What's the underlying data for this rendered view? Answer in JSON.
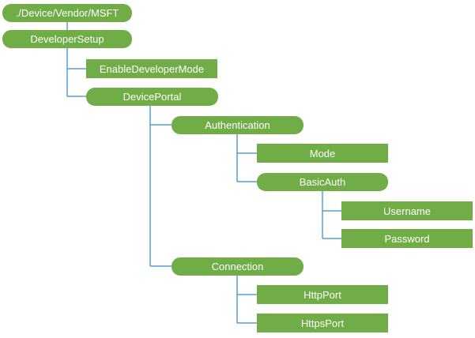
{
  "tree": {
    "root": {
      "label": "./Device/Vendor/MSFT",
      "kind": "interior"
    },
    "developer_setup": {
      "label": "DeveloperSetup",
      "kind": "interior"
    },
    "enable_developer_mode": {
      "label": "EnableDeveloperMode",
      "kind": "leaf"
    },
    "device_portal": {
      "label": "DevicePortal",
      "kind": "interior"
    },
    "authentication": {
      "label": "Authentication",
      "kind": "interior"
    },
    "mode": {
      "label": "Mode",
      "kind": "leaf"
    },
    "basic_auth": {
      "label": "BasicAuth",
      "kind": "interior"
    },
    "username": {
      "label": "Username",
      "kind": "leaf"
    },
    "password": {
      "label": "Password",
      "kind": "leaf"
    },
    "connection": {
      "label": "Connection",
      "kind": "interior"
    },
    "http_port": {
      "label": "HttpPort",
      "kind": "leaf"
    },
    "https_port": {
      "label": "HttpsPort",
      "kind": "leaf"
    }
  },
  "colors": {
    "node_fill": "#70ad47",
    "node_text": "#ffffff",
    "connector": "#5b9bd5"
  }
}
